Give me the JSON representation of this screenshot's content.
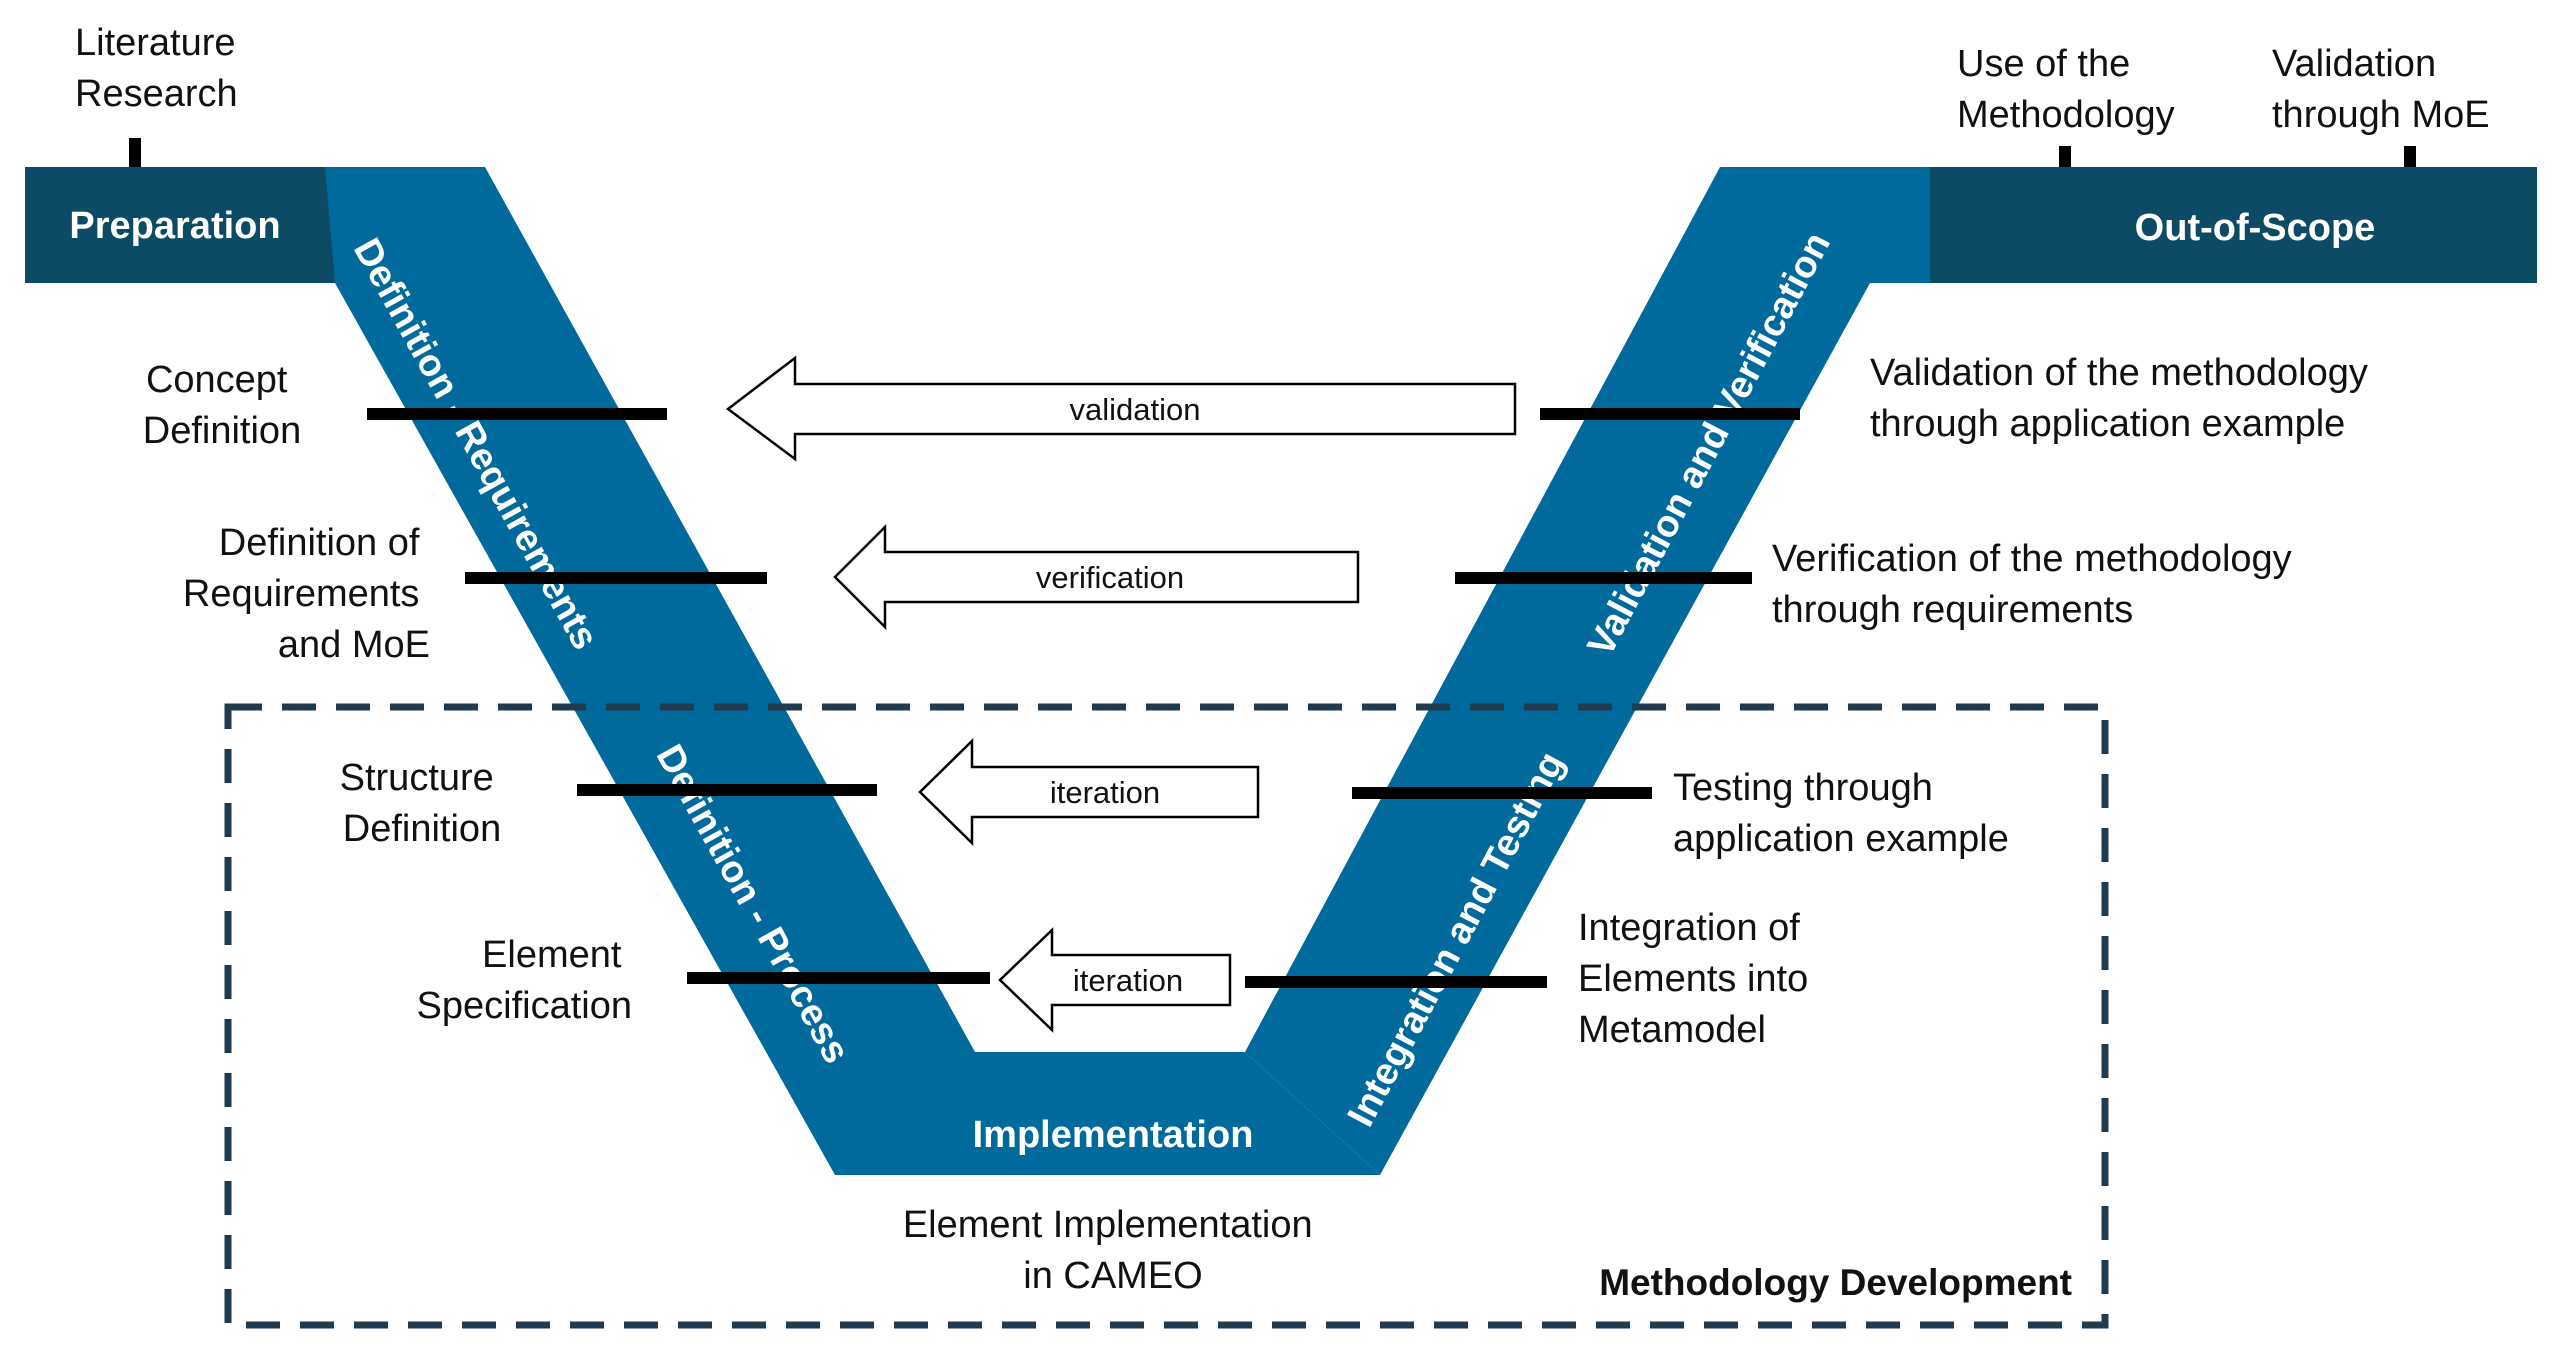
{
  "colors": {
    "v_band": "#006a9c",
    "dark_band": "#0d4a66",
    "text_on_band": "#ffffff",
    "tick": "#000000",
    "dashed_frame": "#1f3b50"
  },
  "bands": {
    "preparation": "Preparation",
    "out_of_scope": "Out-of-Scope",
    "definition_requirements": "Definition - Requirements",
    "definition_process": "Definition - Process",
    "implementation": "Implementation",
    "integration_testing": "Integration and Testing",
    "validation_verification": "Validation and Verification"
  },
  "top_labels": {
    "literature_research": [
      "Literature",
      "Research"
    ],
    "use_of_methodology": [
      "Use of the",
      "Methodology"
    ],
    "validation_through_moe": [
      "Validation",
      "through MoE"
    ]
  },
  "left_labels": {
    "concept_definition": [
      "Concept",
      "Definition"
    ],
    "definition_of_requirements": [
      "Definition of",
      "Requirements",
      "and MoE"
    ],
    "structure_definition": [
      "Structure",
      "Definition"
    ],
    "element_specification": [
      "Element",
      "Specification"
    ]
  },
  "right_labels": {
    "validation_of_methodology": [
      "Validation of the methodology",
      "through application example"
    ],
    "verification_of_methodology": [
      "Verification of the methodology",
      "through requirements"
    ],
    "testing_through_example": [
      "Testing through",
      "application example"
    ],
    "integration_of_elements": [
      "Integration of",
      "Elements into",
      "Metamodel"
    ]
  },
  "bottom_label": [
    "Element Implementation",
    "in  CAMEO"
  ],
  "arrows": {
    "validation": "validation",
    "verification": "verification",
    "iteration_1": "iteration",
    "iteration_2": "iteration"
  },
  "frame_label": "Methodology Development"
}
